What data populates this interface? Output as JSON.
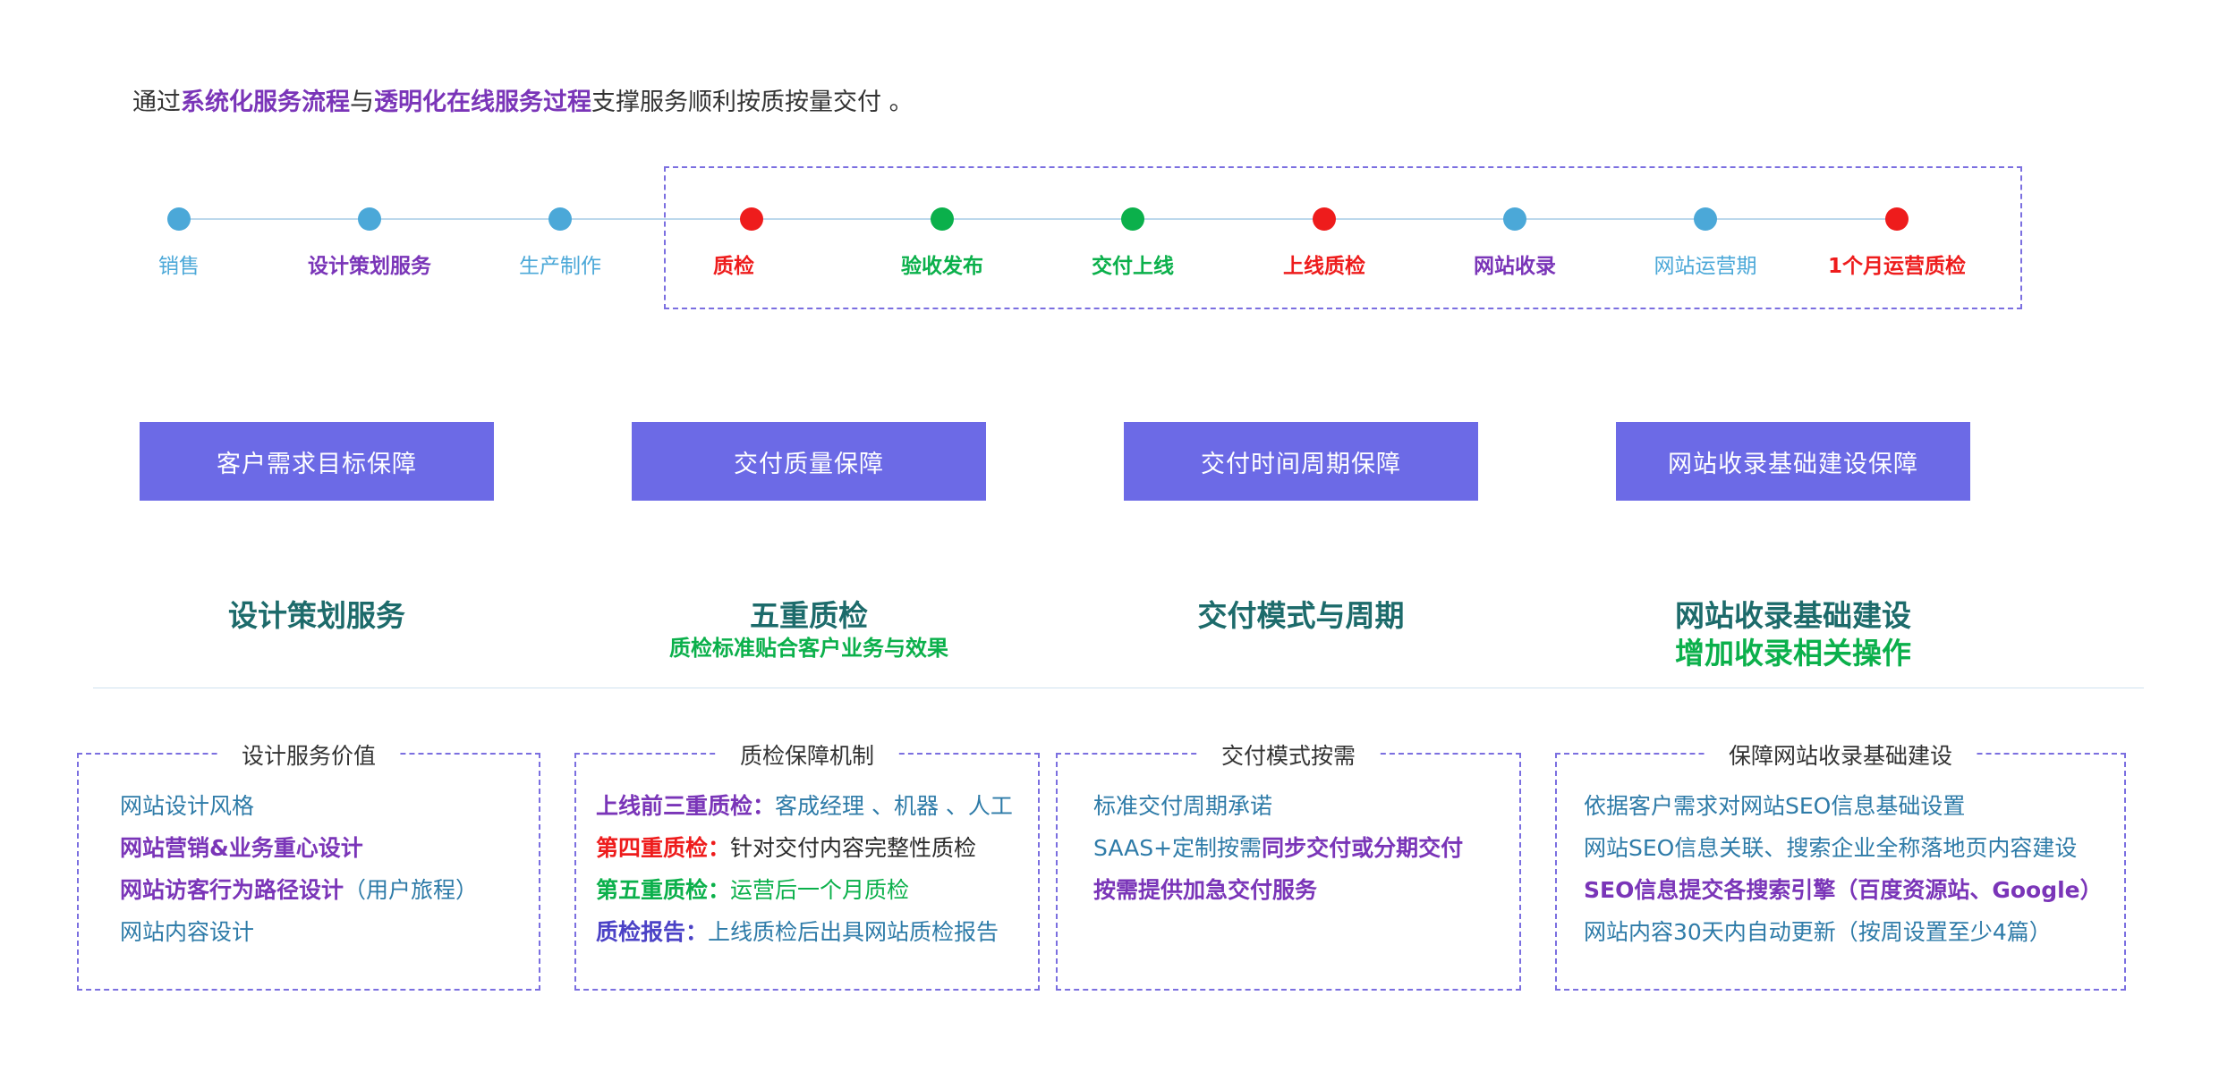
{
  "intro": {
    "prefix": "通过",
    "hl1": "系统化服务流程",
    "mid": "与",
    "hl2": "透明化在线服务过程",
    "suffix": "支撑服务顺利按质按量交付 。"
  },
  "timeline": [
    {
      "label": "销售",
      "color": "blue"
    },
    {
      "label": "设计策划服务",
      "color": "purple"
    },
    {
      "label": "生产制作",
      "color": "blue"
    },
    {
      "label": "质检",
      "color": "red"
    },
    {
      "label": "验收发布",
      "color": "green"
    },
    {
      "label": "交付上线",
      "color": "green"
    },
    {
      "label": "上线质检",
      "color": "red"
    },
    {
      "label": "网站收录",
      "color": "purple"
    },
    {
      "label": "网站运营期",
      "color": "blue"
    },
    {
      "label": "1个月运营质检",
      "color": "red"
    }
  ],
  "guarantees": [
    "客户需求目标保障",
    "交付质量保障",
    "交付时间周期保障",
    "网站收录基础建设保障"
  ],
  "headlines": [
    {
      "title": "设计策划服务"
    },
    {
      "title": "五重质检",
      "subtitle": "质检标准贴合客户业务与效果"
    },
    {
      "title": "交付模式与周期"
    },
    {
      "title": "网站收录基础建设",
      "subtitle": "增加收录相关操作"
    }
  ],
  "boxes": [
    {
      "title": "设计服务价值",
      "items": [
        {
          "text": "网站设计风格"
        },
        {
          "bold": "网站营销&业务重心设计"
        },
        {
          "bold": "网站访客行为路径设计",
          "text": "（用户旅程）"
        },
        {
          "text": "网站内容设计"
        }
      ]
    },
    {
      "title": "质检保障机制",
      "items": [
        {
          "bold": "上线前三重质检：",
          "text": "客成经理 、机器 、人工"
        },
        {
          "bold": "第四重质检：",
          "text": "针对交付内容完整性质检"
        },
        {
          "bold": "第五重质检：",
          "text": "运营后一个月质检"
        },
        {
          "bold": "质检报告：",
          "text": "上线质检后出具网站质检报告"
        }
      ]
    },
    {
      "title": "交付模式按需",
      "items": [
        {
          "text": "标准交付周期承诺"
        },
        {
          "text": "SAAS+定制按需",
          "bold": "同步交付或分期交付"
        },
        {
          "bold": "按需提供加急交付服务"
        }
      ]
    },
    {
      "title": "保障网站收录基础建设",
      "items": [
        {
          "text": "依据客户需求对网站SEO信息基础设置"
        },
        {
          "text": "网站SEO信息关联、搜索企业全称落地页内容建设"
        },
        {
          "bold": "SEO信息提交各搜索引擎（百度资源站、Google）"
        },
        {
          "text": "网站内容30天内自动更新（按周设置至少4篇）"
        }
      ]
    }
  ]
}
